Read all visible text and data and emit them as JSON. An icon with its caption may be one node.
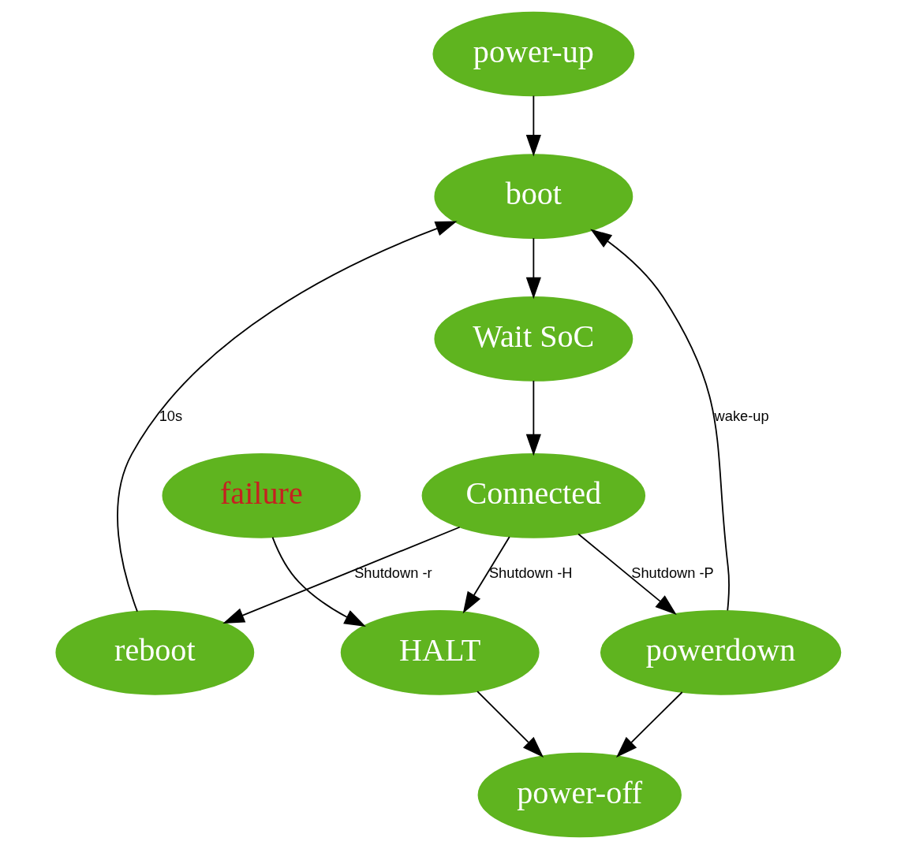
{
  "diagram": {
    "nodes": [
      {
        "text": [
          "power-up"
        ]
      },
      {
        "text": [
          "boot"
        ]
      },
      {
        "text": [
          "Wait SoC"
        ]
      },
      {
        "text": [
          "reboot"
        ]
      },
      {
        "text": [
          "failure"
        ]
      },
      {
        "text": [
          "Connected"
        ]
      },
      {
        "text": [
          "HALT"
        ]
      },
      {
        "text": [
          "powerdown"
        ]
      },
      {
        "text": [
          "power-off"
        ]
      }
    ],
    "edges": [
      {
        "from": 0,
        "to": 1,
        "arrow": "to"
      },
      {
        "from": 1,
        "to": 2,
        "arrow": "to"
      },
      {
        "from": 2,
        "to": 5,
        "arrow": "to"
      },
      {
        "from": 5,
        "to": 3,
        "arrow": "to",
        "label": "Shutdown -r"
      },
      {
        "from": 3,
        "to": 1,
        "arrow": "to",
        "label": "10s"
      },
      {
        "from": 5,
        "to": 6,
        "arrow": "to",
        "label": "Shutdown -H"
      },
      {
        "from": 5,
        "to": 7,
        "arrow": "to",
        "label": "Shutdown -P"
      },
      {
        "from": 7,
        "to": 1,
        "arrow": "to",
        "label": "wake-up"
      },
      {
        "from": 4,
        "to": 6,
        "arrow": "to"
      },
      {
        "from": 6,
        "to": 8,
        "arrow": "to"
      },
      {
        "from": 7,
        "to": 8,
        "arrow": "to"
      }
    ]
  }
}
